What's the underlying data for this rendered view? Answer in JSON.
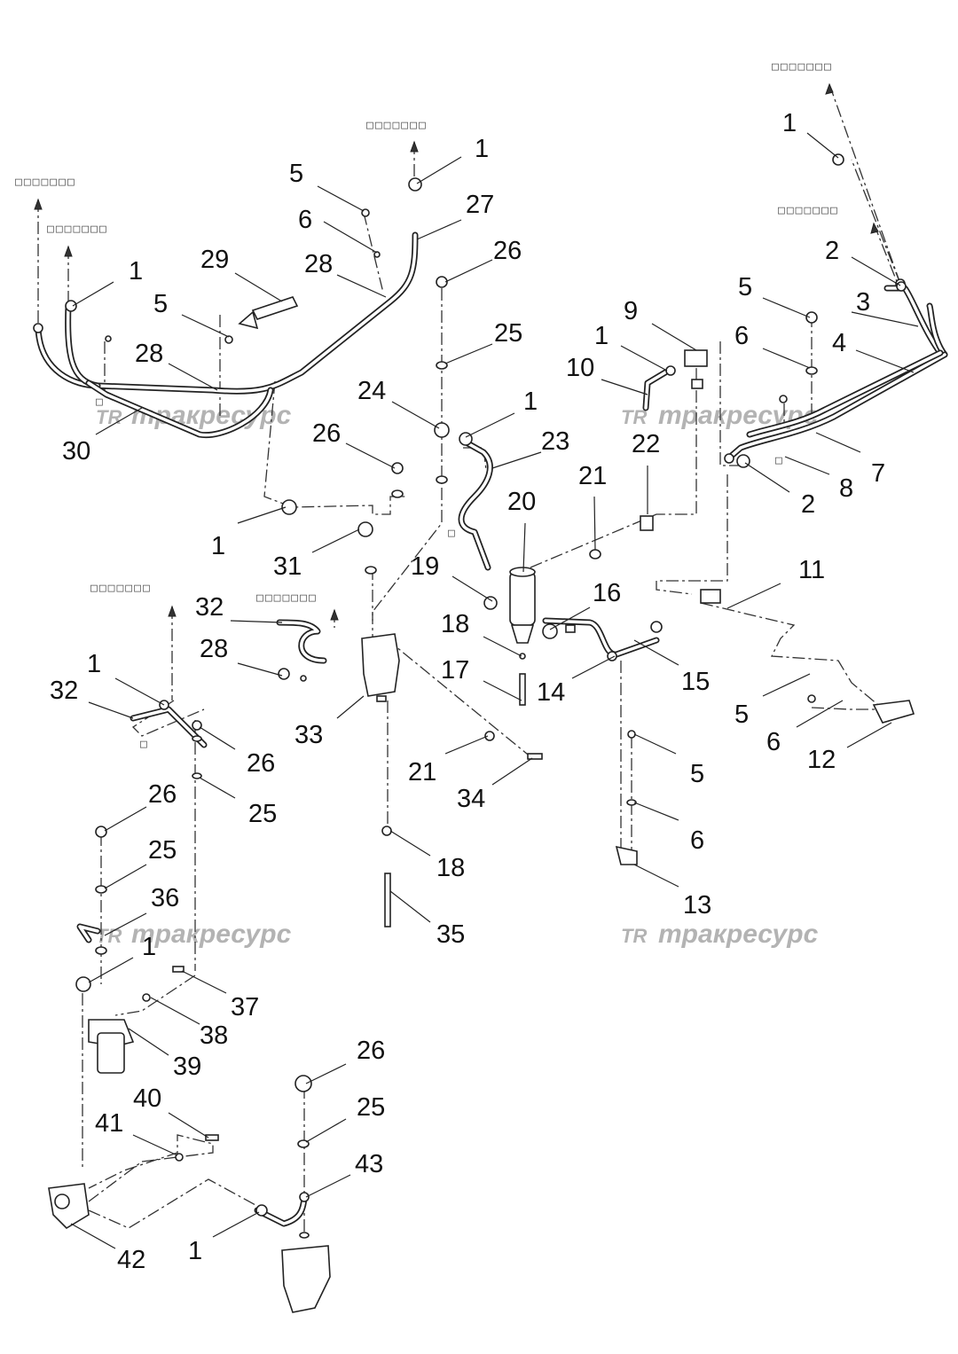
{
  "callouts": {
    "c1_top_right": "1",
    "c1_top_center": "1",
    "c1_top_left": "1",
    "c1_mid": "1",
    "c1_right_clip": "1",
    "c1_left_mid": "1",
    "c1_bracket": "1",
    "c1_lower_left": "1",
    "c1_bottom": "1",
    "c2_top": "2",
    "c2_mid": "2",
    "c3": "3",
    "c4": "4",
    "c5_top": "5",
    "c5_left": "5",
    "c5_right_top": "5",
    "c5_right_mid": "5",
    "c5_bracket13": "5",
    "c6_top": "6",
    "c6_right_top": "6",
    "c6_right_mid": "6",
    "c6_bracket13": "6",
    "c7": "7",
    "c8": "8",
    "c9": "9",
    "c10": "10",
    "c11": "11",
    "c12": "12",
    "c13": "13",
    "c14": "14",
    "c15": "15",
    "c16": "16",
    "c17": "17",
    "c18_top": "18",
    "c18_bottom": "18",
    "c19": "19",
    "c20": "20",
    "c21_top": "21",
    "c21_bottom": "21",
    "c22": "22",
    "c23": "23",
    "c24": "24",
    "c25_top": "25",
    "c25_left": "25",
    "c25_lower": "25",
    "c25_bottom": "25",
    "c26_top": "26",
    "c26_mid": "26",
    "c26_left": "26",
    "c26_left2": "26",
    "c26_bottom": "26",
    "c27": "27",
    "c28_top": "28",
    "c28_left": "28",
    "c28_mid": "28",
    "c29": "29",
    "c30": "30",
    "c31": "31",
    "c32_top": "32",
    "c32_left": "32",
    "c33": "33",
    "c34": "34",
    "c35": "35",
    "c36": "36",
    "c37": "37",
    "c38": "38",
    "c39": "39",
    "c40": "40",
    "c41": "41",
    "c42": "42",
    "c43": "43"
  },
  "box_labels": {
    "top_right": "□□□□□□□",
    "top_center": "□□□□□□□",
    "top_left": "□□□□□□□",
    "left_second": "□□□□□□□",
    "right_second": "□□□□□□□",
    "mid_left": "□□□□□□□",
    "mid_center": "□□□□□□□"
  },
  "small_glyphs": {
    "g_left_top": "□",
    "g_mid": "□",
    "g_right": "□",
    "g_left_lower": "□"
  },
  "watermark": {
    "logo": "TR",
    "text": "тракресурс"
  }
}
